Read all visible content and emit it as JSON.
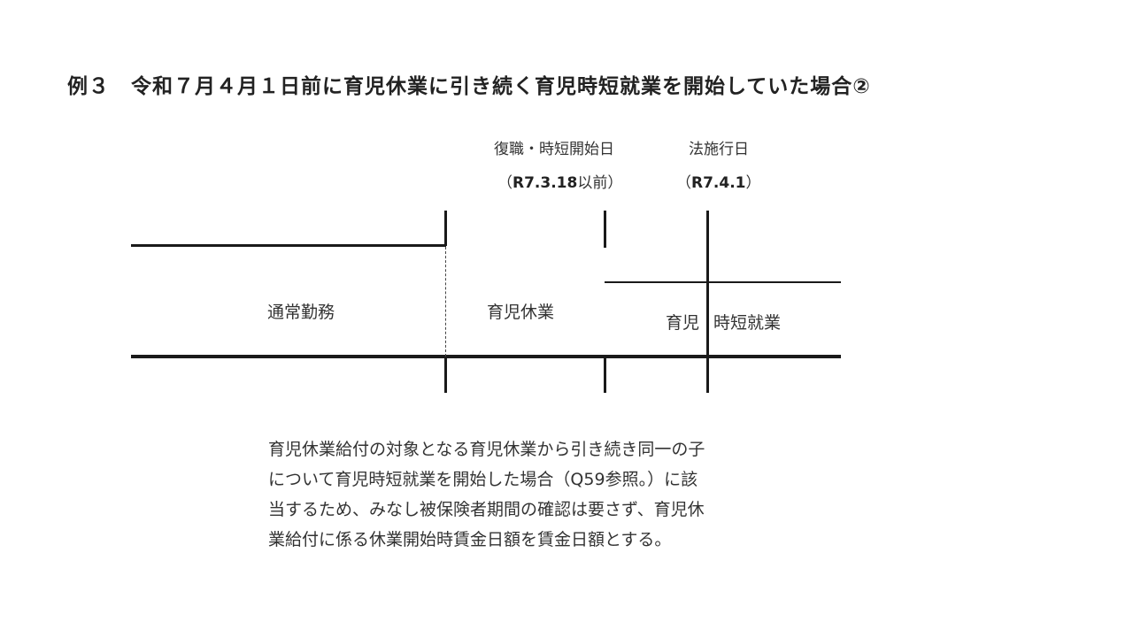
{
  "title": "例３　令和７月４月１日前に育児休業に引き続く育児時短就業を開始していた場合②",
  "markers": {
    "return": {
      "label": "復職・時短開始日",
      "date_open": "（",
      "date": "R7.3.18",
      "date_suffix": "以前）"
    },
    "enforcement": {
      "label": "法施行日",
      "date_open": "（",
      "date": "R7.4.1",
      "date_close": "）"
    }
  },
  "periods": {
    "normal": "通常勤務",
    "childcare_leave": "育児休業",
    "short_work_part1": "育児",
    "short_work_part2": "時短就業"
  },
  "note_lines": [
    "育児休業給付の対象となる育児休業から引き続き同一の子",
    "について育児時短就業を開始した場合（Q59参照。）に該",
    "当するため、みなし被保険者期間の確認は要さず、育児休",
    "業給付に係る休業開始時賃金日額を賃金日額とする。"
  ]
}
